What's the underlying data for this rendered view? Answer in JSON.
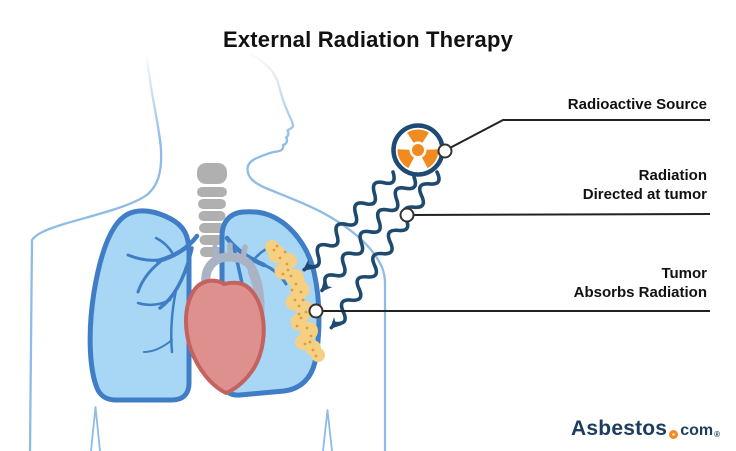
{
  "title": "External Radiation Therapy",
  "callouts": [
    {
      "id": "radioactive-source",
      "line1": "Radioactive Source",
      "line2": ""
    },
    {
      "id": "radiation-directed",
      "line1": "Radiation",
      "line2": "Directed at tumor"
    },
    {
      "id": "tumor-absorbs",
      "line1": "Tumor",
      "line2": "Absorbs Radiation"
    }
  ],
  "logo": {
    "brand": "Asbestos",
    "tld": "com",
    "registered": "®"
  },
  "icons": {
    "source": "radiation-trefoil-icon",
    "logo_dot": "orange-dot-icon",
    "waves": "radiation-wave-arrows",
    "markers": "callout-point-marker"
  },
  "colors": {
    "background": "#ffffff",
    "text": "#111111",
    "navy_wave": "#1e4a70",
    "source_ring": "#1d4b73",
    "trefoil_orange": "#f18a1f",
    "body_outline": "#8fbce6",
    "lung_fill": "#a7d7f4",
    "lung_stroke": "#3f7ec6",
    "bronchi": "#3f7ec6",
    "trachea_gray": "#b0b0b0",
    "vessel_gray": "#a9b3c4",
    "heart_fill": "#de908e",
    "heart_stroke": "#c4625f",
    "tumor_fill": "#f5d083",
    "tumor_speckle": "#de9c3c",
    "callout_line": "#222222",
    "logo_navy": "#1d3d60"
  }
}
